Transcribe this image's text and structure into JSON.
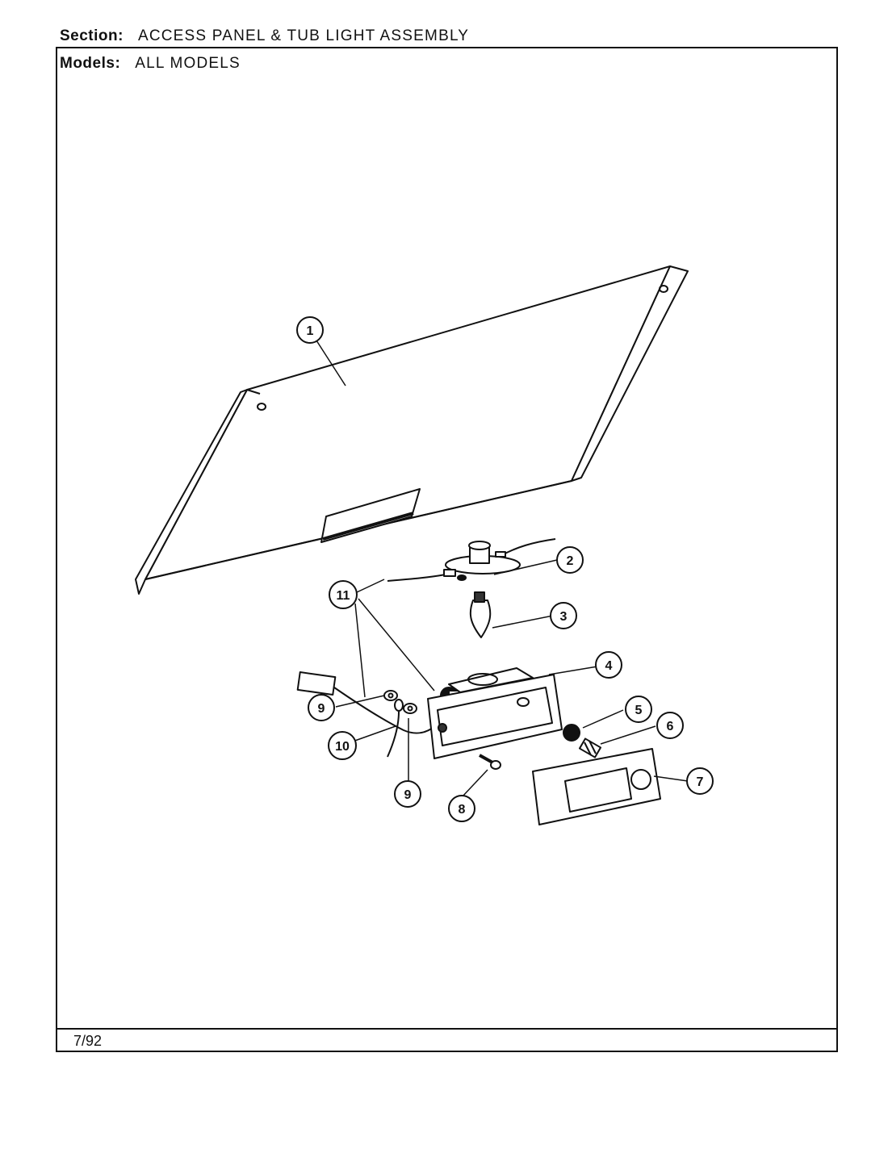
{
  "header": {
    "section_label": "Section:",
    "section_value": "ACCESS PANEL & TUB LIGHT ASSEMBLY",
    "models_label": "Models:",
    "models_value": "ALL MODELS"
  },
  "footer": {
    "date": "7/92"
  },
  "callouts": [
    "1",
    "2",
    "3",
    "4",
    "5",
    "6",
    "7",
    "8",
    "9",
    "9",
    "10",
    "11"
  ]
}
